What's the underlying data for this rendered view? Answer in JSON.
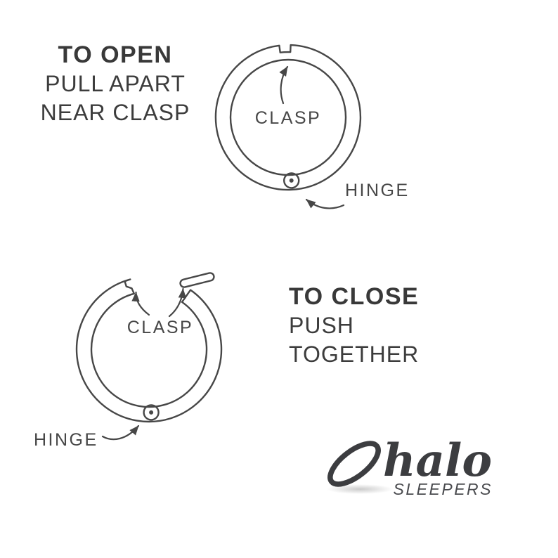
{
  "palette": {
    "background": "#ffffff",
    "ink": "#3c3c3c",
    "line": "#474747",
    "logo": "#3c3d40"
  },
  "open_section": {
    "title": "TO OPEN",
    "line1": "PULL APART",
    "line2": "NEAR CLASP",
    "clasp_label": "CLASP",
    "hinge_label": "HINGE"
  },
  "close_section": {
    "title": "TO CLOSE",
    "line1": "PUSH",
    "line2": "TOGETHER",
    "clasp_label": "CLASP",
    "hinge_label": "HINGE"
  },
  "logo": {
    "brand": "halo",
    "tagline": "SLEEPERS"
  }
}
